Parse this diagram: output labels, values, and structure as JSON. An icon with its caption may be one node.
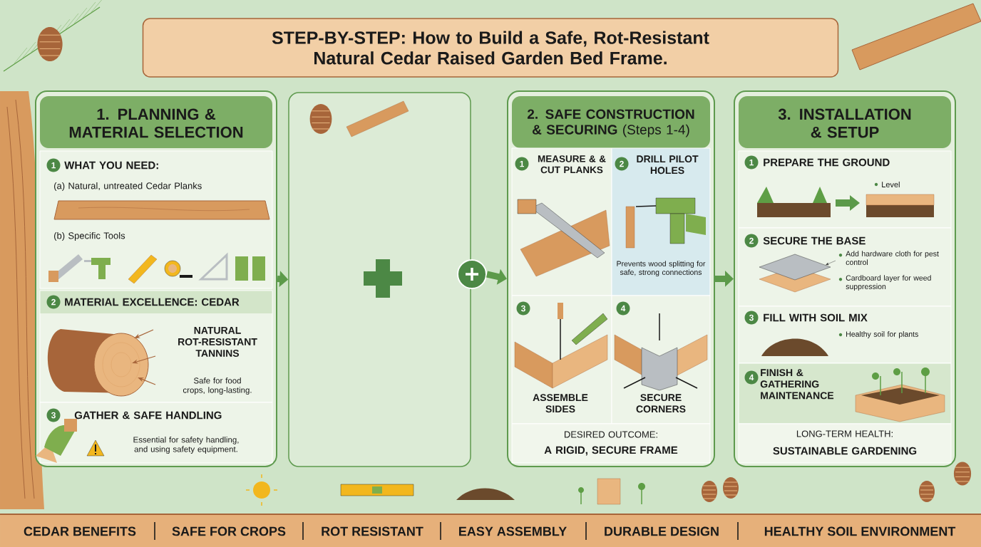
{
  "diagram": {
    "title": "STEP-BY-STEP: How to Build a Safe, Rot-Resistant Natural Cedar Raised Garden Bed Frame.",
    "nodes": [
      {
        "text": [
          "1. PLANNING & MATERIAL SELECTION"
        ]
      },
      {
        "text": [
          "1",
          "WHAT YOU NEED:",
          "(a) Natural, untreated Cedar Planks",
          "(b) Specific Tools"
        ],
        "in": 0
      },
      {
        "text": [
          "2",
          "MATERIAL EXCELLENCE: CEDAR",
          "NATURAL ROT-RESISTANT TANNINS",
          "Safe for food crops, long-lasting."
        ],
        "in": 0
      },
      {
        "text": [
          "3",
          "GATHER & SAFE HANDLING",
          "Essential for safety handling, and using safety equipment."
        ],
        "in": 0
      },
      {
        "text": [],
        "shape": "box"
      },
      {
        "text": [
          "**2. SAFE CONSTRUCTION & SECURING** (Steps 1-4)"
        ]
      },
      {
        "text": [
          "1",
          "MEASURE & & CUT PLANKS"
        ],
        "in": 5
      },
      {
        "text": [
          "2",
          "DRILL PILOT HOLES",
          "Prevents wood splitting for safe, strong connections"
        ],
        "in": 5
      },
      {
        "text": [
          "3",
          "ASSEMBLE SIDES"
        ],
        "in": 5
      },
      {
        "text": [
          "4",
          "SECURE CORNERS"
        ],
        "in": 5
      },
      {
        "text": [
          "DESIRED OUTCOME:",
          "A RIGID, SECURE FRAME"
        ],
        "in": 5
      },
      {
        "text": [
          "3. INSTALLATION & SETUP"
        ]
      },
      {
        "text": [
          "1",
          "PREPARE THE GROUND",
          "Level"
        ],
        "in": 11
      },
      {
        "text": [
          "2",
          "SECURE THE BASE",
          "Add hardware cloth for pest control",
          "Cardboard layer for weed suppression"
        ],
        "in": 11
      },
      {
        "text": [
          "3",
          "FILL WITH SOIL MIX",
          "Healthy soil for plants"
        ],
        "in": 11
      },
      {
        "text": [
          "4",
          "FINISH & GATHERING MAINTENANCE"
        ],
        "in": 11
      },
      {
        "text": [
          "LONG-TERM HEALTH:",
          "SUSTAINABLE GARDENING"
        ],
        "in": 11
      },
      {
        "text": [],
        "shape": "circle"
      }
    ],
    "edges": [
      {
        "from": 0,
        "to": 4,
        "arrow": "to"
      },
      {
        "from": 17,
        "to": 5,
        "arrow": "to"
      },
      {
        "from": 5,
        "to": 11,
        "arrow": "to"
      }
    ],
    "labels": [
      "CEDAR BENEFITS",
      "SAFE FOR CROPS",
      "ROT RESISTANT",
      "EASY ASSEMBLY",
      "DURABLE DESIGN",
      "HEALTHY SOIL ENVIRONMENT"
    ]
  }
}
